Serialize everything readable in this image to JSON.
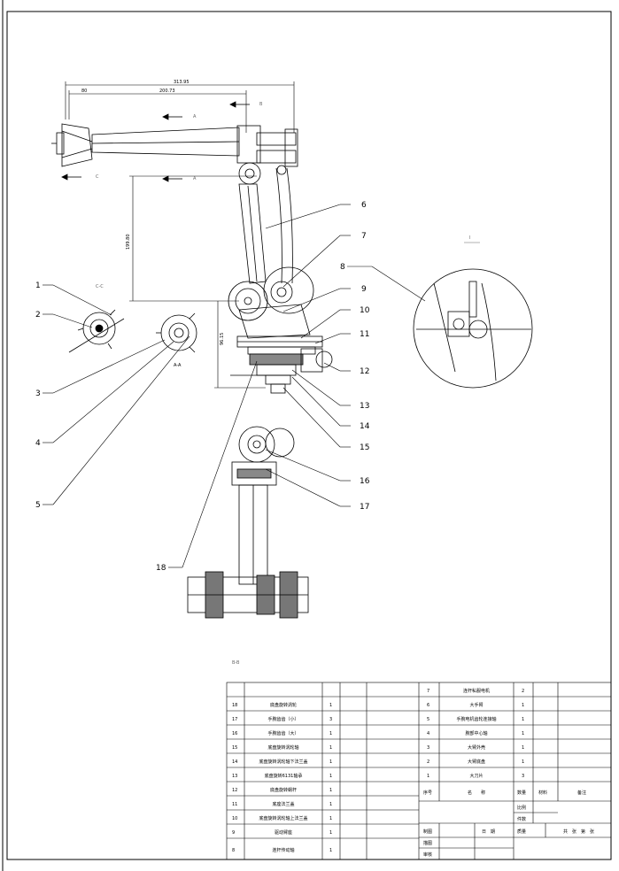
{
  "dimensions": {
    "total_width": "313.95",
    "inner_width": "200.73",
    "small_offset": "80",
    "vertical_arm": "199.80",
    "base_height": "96.15"
  },
  "view_marks": {
    "a_top": "A",
    "b_top": "B",
    "a_bottom": "A",
    "c_left": "C",
    "c_section": "C-C",
    "a_section": "A-A",
    "b_section": "B-B",
    "detail_view": "I"
  },
  "callouts": [
    "1",
    "2",
    "3",
    "4",
    "5",
    "6",
    "7",
    "8",
    "9",
    "10",
    "11",
    "12",
    "13",
    "14",
    "15",
    "16",
    "17",
    "18"
  ],
  "bom_left": [
    {
      "no": "18",
      "name": "底盘旋转涡轮",
      "qty": "1"
    },
    {
      "no": "17",
      "name": "手腕齿齿（小）",
      "qty": "3"
    },
    {
      "no": "16",
      "name": "手腕齿齿（大）",
      "qty": "1"
    },
    {
      "no": "15",
      "name": "底盘旋转涡轮轴",
      "qty": "1"
    },
    {
      "no": "14",
      "name": "底盘旋转涡轮轴下法兰盖",
      "qty": "1"
    },
    {
      "no": "13",
      "name": "底盘旋转6131轴承",
      "qty": "1"
    },
    {
      "no": "12",
      "name": "底盘旋转蜗杆",
      "qty": "1"
    },
    {
      "no": "11",
      "name": "底座法兰盖",
      "qty": "1"
    },
    {
      "no": "10",
      "name": "底盘旋转涡轮轴上法兰盖",
      "qty": "1"
    },
    {
      "no": "9",
      "name": "驱动臂座",
      "qty": "1"
    },
    {
      "no": "8",
      "name": "连杆传动轴",
      "qty": "1"
    }
  ],
  "bom_right": [
    {
      "no": "7",
      "name": "连杆私服电机",
      "qty": "2"
    },
    {
      "no": "6",
      "name": "大手臂",
      "qty": "1"
    },
    {
      "no": "5",
      "name": "手腕电机齿轮连接轴",
      "qty": "1"
    },
    {
      "no": "4",
      "name": "腕部中心轴",
      "qty": "1"
    },
    {
      "no": "3",
      "name": "大臂外壳",
      "qty": "1"
    },
    {
      "no": "2",
      "name": "大臂底盘",
      "qty": "1"
    },
    {
      "no": "1",
      "name": "大刀片",
      "qty": "3"
    }
  ],
  "bom_header": {
    "no": "序号",
    "name": "名　　称",
    "qty": "数量",
    "material": "材料",
    "remark": "备注"
  },
  "title_block": {
    "ratio": "比例",
    "part_no": "件数",
    "weight": "质量",
    "drawn": "制图",
    "traced": "描图",
    "checked": "审核",
    "date": "日　期",
    "sheets": "共　张　第　张"
  }
}
